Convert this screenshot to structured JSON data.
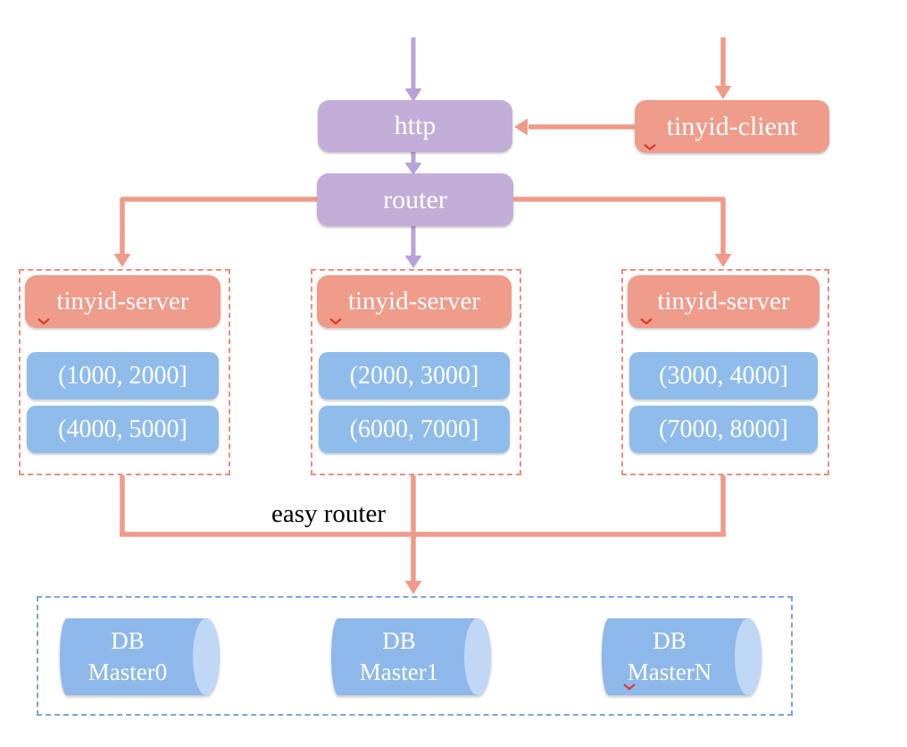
{
  "colors": {
    "purple_box": "#c3aed8",
    "purple_arrow": "#b7a2d8",
    "salmon_box": "#ef9c8b",
    "salmon_line": "#f09b8a",
    "group_border": "#e9907f",
    "blue_box": "#90bcec",
    "db_border": "#7ca3e0",
    "cylinder_body": "#8fb8ea",
    "cylinder_cap": "#c0d8f5",
    "squiggle": "#d93a2a",
    "box_text": "#ffffff",
    "label_text": "#000000"
  },
  "nodes": {
    "http": {
      "label": "http"
    },
    "router": {
      "label": "router"
    },
    "client": {
      "label": "tinyid-client"
    }
  },
  "labels": {
    "easy_router": "easy router"
  },
  "server_groups": [
    {
      "title": "tinyid-server",
      "ranges": [
        "(1000, 2000]",
        "(4000, 5000]"
      ]
    },
    {
      "title": "tinyid-server",
      "ranges": [
        "(2000, 3000]",
        "(6000, 7000]"
      ]
    },
    {
      "title": "tinyid-server",
      "ranges": [
        "(3000, 4000]",
        "(7000, 8000]"
      ]
    }
  ],
  "databases": [
    {
      "line1": "DB",
      "line2": "Master0"
    },
    {
      "line1": "DB",
      "line2": "Master1"
    },
    {
      "line1": "DB",
      "line2": "MasterN"
    }
  ]
}
